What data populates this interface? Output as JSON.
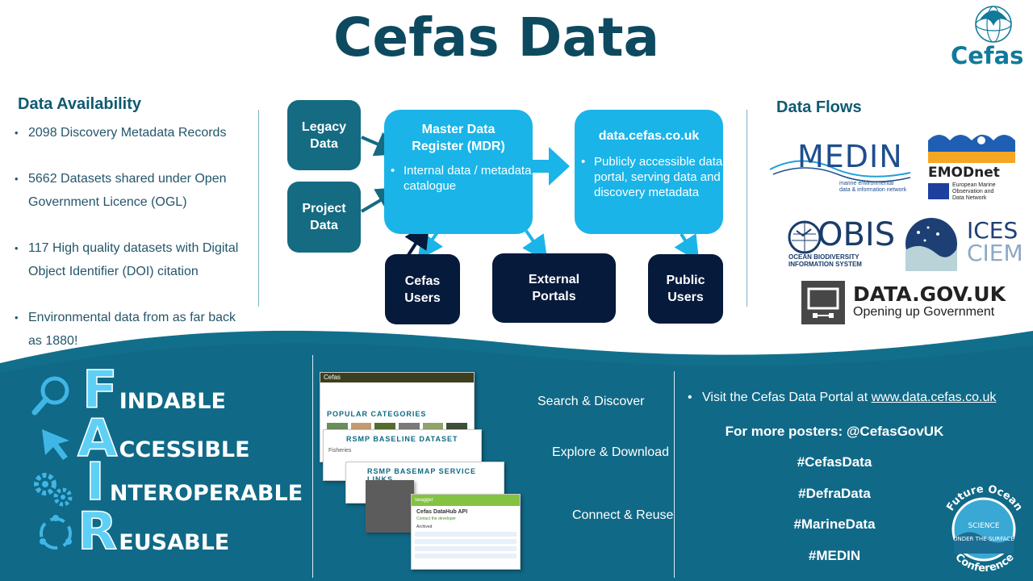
{
  "title": "Cefas Data",
  "logo": {
    "cefas": "Cefas"
  },
  "availability": {
    "heading": "Data Availability",
    "items": [
      "2098 Discovery Metadata Records",
      "5662 Datasets shared under Open Government  Licence (OGL)",
      "117 High quality datasets with Digital Object Identifier (DOI) citation",
      "Environmental data from as far back as 1880!"
    ]
  },
  "diagram": {
    "legacy": "Legacy Data",
    "project": "Project Data",
    "mdr_title": "Master Data Register (MDR)",
    "mdr_bullet": "Internal data / metadata catalogue",
    "portal_title": "data.cefas.co.uk",
    "portal_bullet": "Publicly accessible data portal, serving data and discovery metadata",
    "cefas_users": "Cefas Users",
    "external": "External Portals",
    "public": "Public Users"
  },
  "flows": {
    "heading": "Data Flows",
    "medin": "MEDIN",
    "medin_sub": [
      "marine environmental",
      "data & information network"
    ],
    "emodnet": "EMODnet",
    "emodnet_sub": [
      "European Marine",
      "Observation and",
      "Data Network"
    ],
    "obis": "OBIS",
    "obis_sub": [
      "OCEAN BIODIVERSITY",
      "INFORMATION SYSTEM"
    ],
    "ices": "ICES",
    "ciem": "CIEM",
    "datagov": "DATA.GOV.UK",
    "datagov_sub": "Opening up Government"
  },
  "fair": [
    {
      "letter": "F",
      "rest": "INDABLE",
      "icon": "magnifier-icon"
    },
    {
      "letter": "A",
      "rest": "CCESSIBLE",
      "icon": "cursor-icon"
    },
    {
      "letter": "I",
      "rest": "NTEROPERABLE",
      "icon": "gears-icon"
    },
    {
      "letter": "R",
      "rest": "EUSABLE",
      "icon": "recycle-icon"
    }
  ],
  "steps": {
    "search": "Search & Discover",
    "explore": "Explore & Download",
    "connect": "Connect & Reuse"
  },
  "screens": {
    "brand": "Cefas",
    "popular": "POPULAR CATEGORIES",
    "rsmp": "RSMP BASELINE DATASET",
    "rsmp_label": "Fisheries",
    "rsmp_links": "RSMP BASEMAP SERVICE LINKS",
    "swagger": "swagger",
    "api_title": "Cefas DataHub API",
    "api_sub": "Contact the developer",
    "api_section": "Archived"
  },
  "portal": {
    "visit_prefix": "Visit the  Cefas Data Portal at ",
    "visit_link": "www.data.cefas.co.uk"
  },
  "tags": [
    "For more posters: @CefasGovUK",
    "#CefasData",
    "#DefraData",
    "#MarineData",
    "#MEDIN"
  ],
  "conference": {
    "top": "Future Ocean",
    "bottom": "Conference",
    "science": "SCIENCE",
    "under": "UNDER THE SURFACE"
  },
  "colors": {
    "dark_teal": "#0d4a5f",
    "teal_box": "#146b82",
    "light_blue": "#1ab4e8",
    "navy": "#061a3c",
    "wave": "#126f8c"
  }
}
